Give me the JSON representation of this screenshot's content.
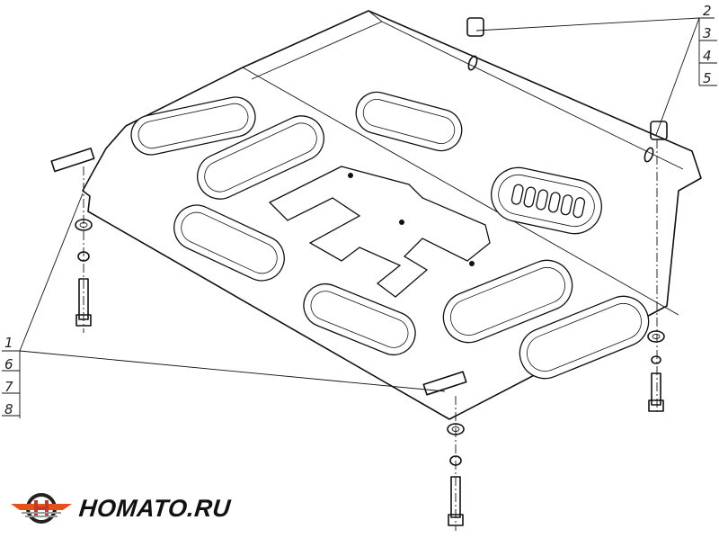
{
  "drawing": {
    "callout_left": {
      "labels": [
        "1",
        "6",
        "7",
        "8"
      ]
    },
    "callout_right": {
      "labels": [
        "2",
        "3",
        "4",
        "5"
      ]
    }
  },
  "logo": {
    "text": "HOMATO.RU",
    "accent_color": "#e8501a"
  }
}
